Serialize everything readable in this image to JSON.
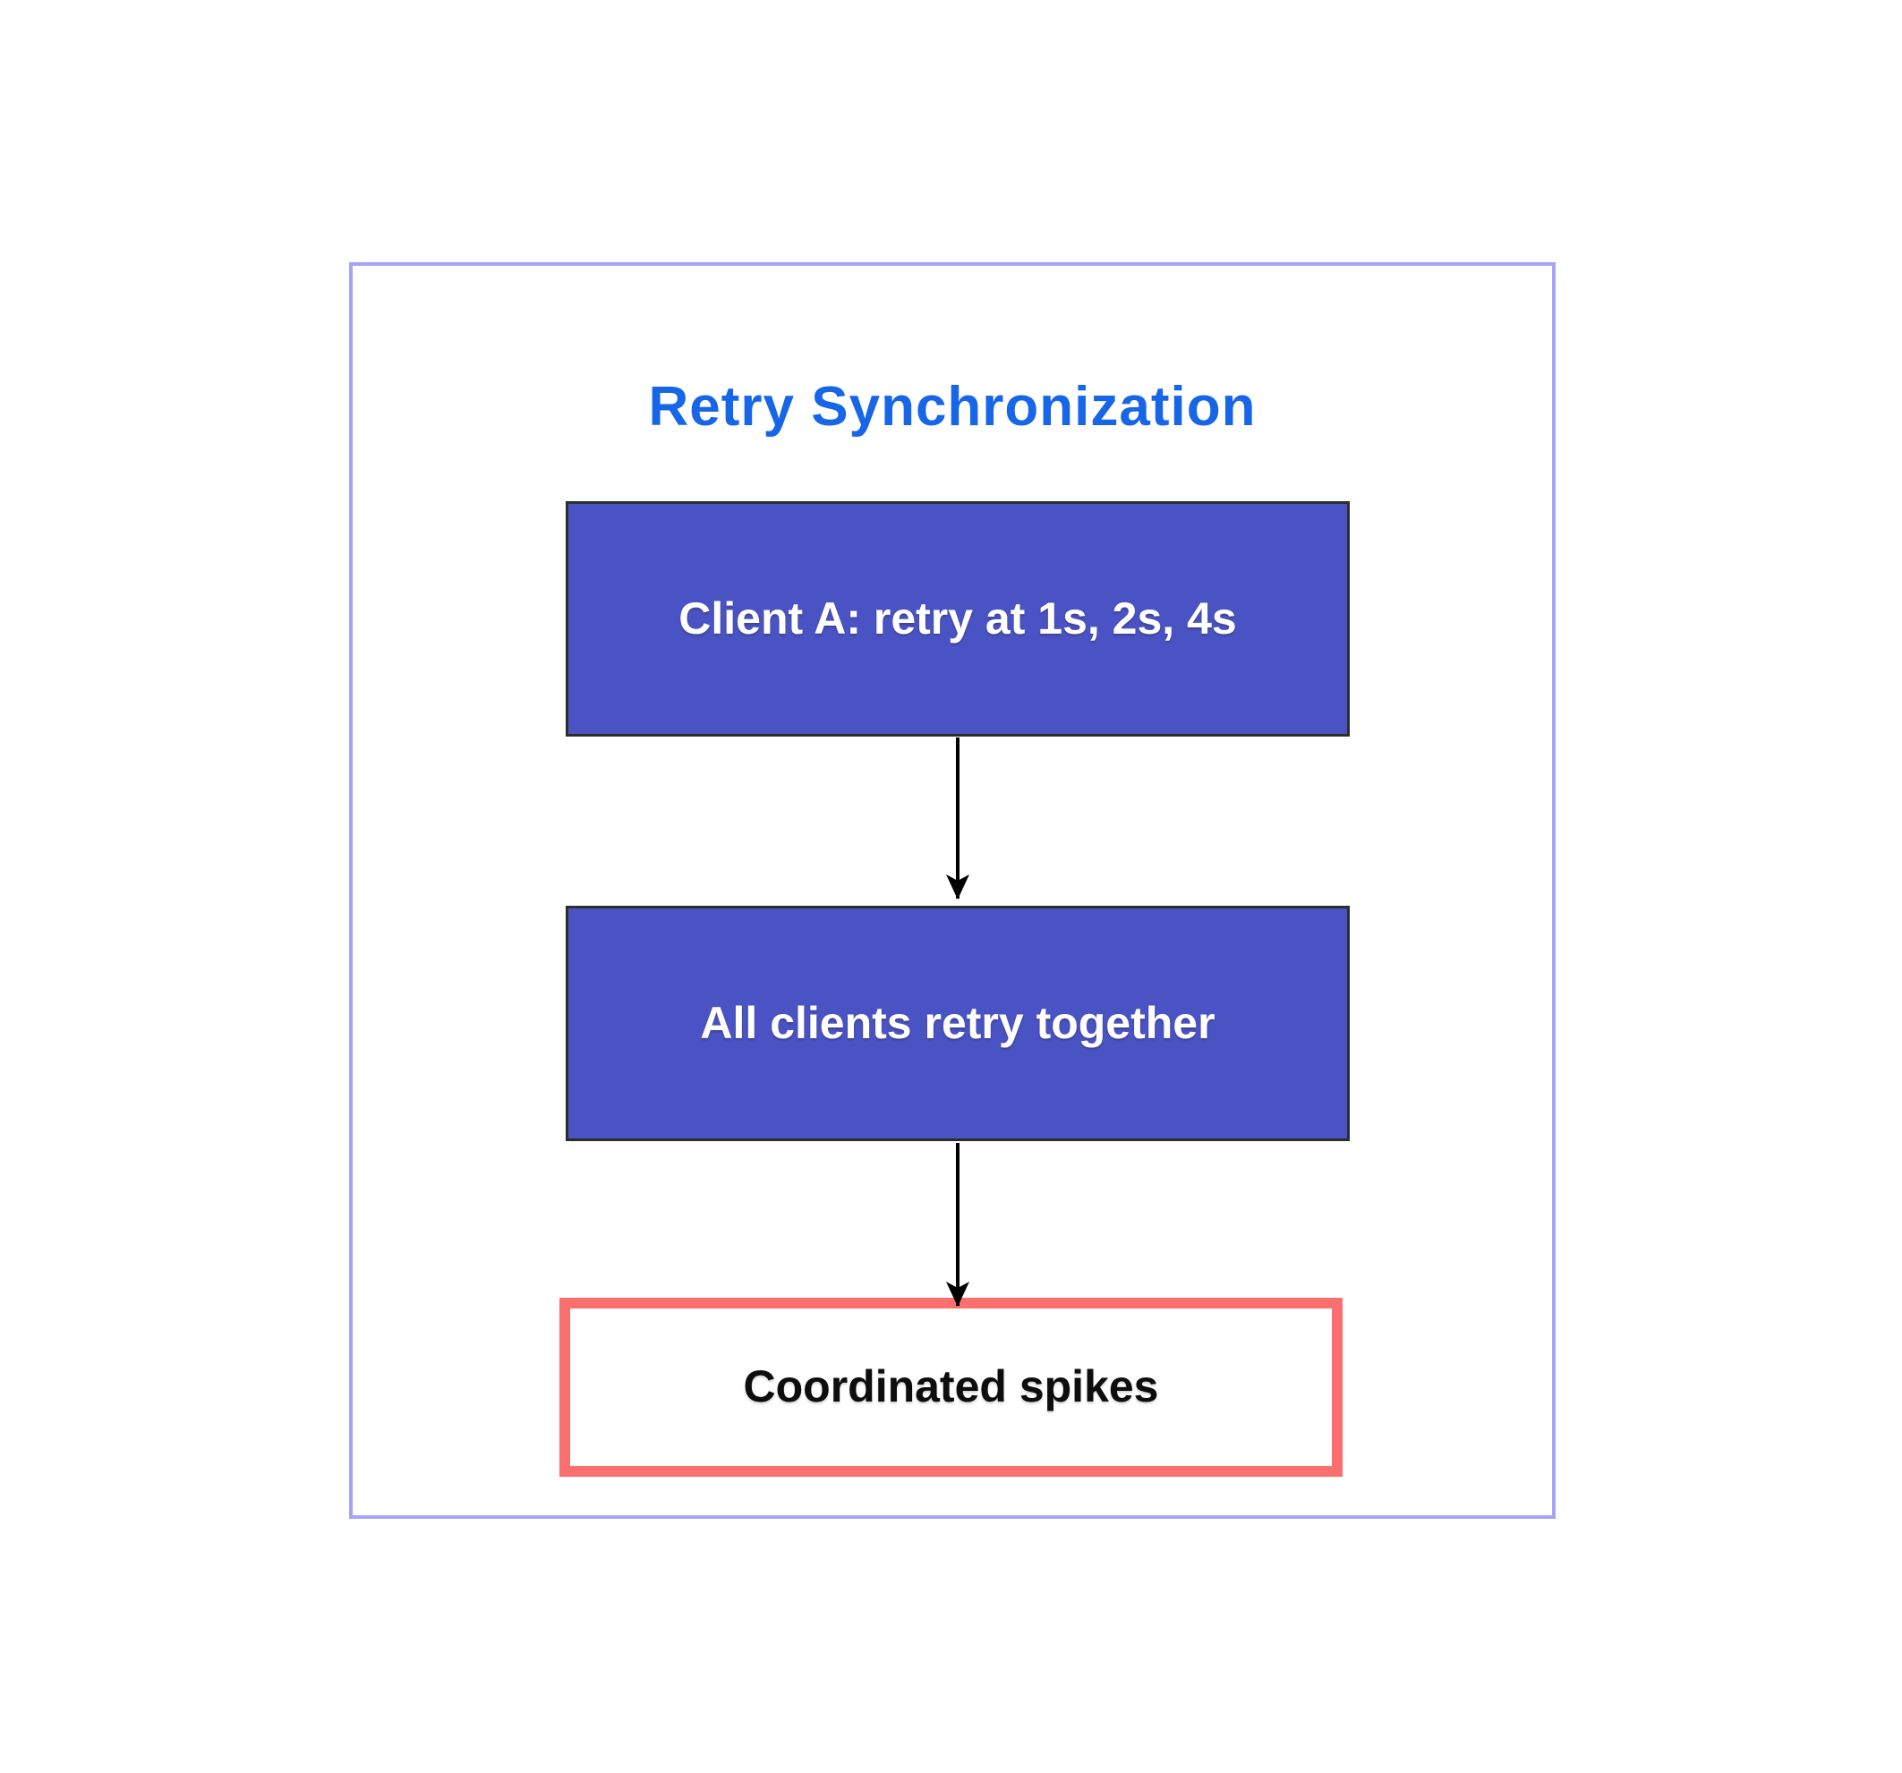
{
  "diagram": {
    "title": "Retry Synchronization",
    "nodes": [
      {
        "id": "client-a-retry",
        "label": "Client A: retry at 1s, 2s, 4s",
        "kind": "step"
      },
      {
        "id": "all-clients-retry",
        "label": "All clients retry together",
        "kind": "step"
      },
      {
        "id": "coordinated-spikes",
        "label": "Coordinated spikes",
        "kind": "outcome"
      }
    ],
    "edges": [
      {
        "from": "client-a-retry",
        "to": "all-clients-retry"
      },
      {
        "from": "all-clients-retry",
        "to": "coordinated-spikes"
      }
    ],
    "colors": {
      "title_text": "#1766E8",
      "step_fill": "#4A53C4",
      "step_border": "#2D2D2D",
      "step_text": "#FFFFFF",
      "outcome_fill": "#FFFFFF",
      "outcome_border": "#FC6F6F",
      "outcome_text": "#0D0D0D",
      "frame_border": "#A5A4F5",
      "arrow": "#000000",
      "background": "#FFFFFF"
    }
  }
}
